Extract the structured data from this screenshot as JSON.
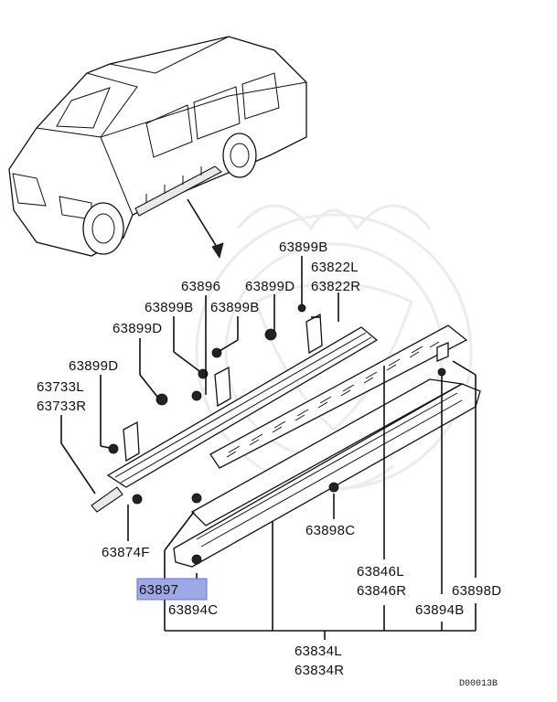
{
  "diagram": {
    "highlight_color": "#9fa8e6",
    "labels": {
      "p63899B_top": "63899B",
      "p63822L": "63822L",
      "p63822R": "63822R",
      "p63896": "63896",
      "p63899D_mid": "63899D",
      "p63899B_a": "63899B",
      "p63899B_b": "63899B",
      "p63899D_left": "63899D",
      "p63899D_left2": "63899D",
      "p63733L": "63733L",
      "p63733R": "63733R",
      "p63874F": "63874F",
      "p63898C": "63898C",
      "p63897": "63897",
      "p63894C": "63894C",
      "p63846L": "63846L",
      "p63846R": "63846R",
      "p63898D": "63898D",
      "p63894B": "63894B",
      "p63834L": "63834L",
      "p63834R": "63834R"
    },
    "drawing_code": "D00013B"
  }
}
